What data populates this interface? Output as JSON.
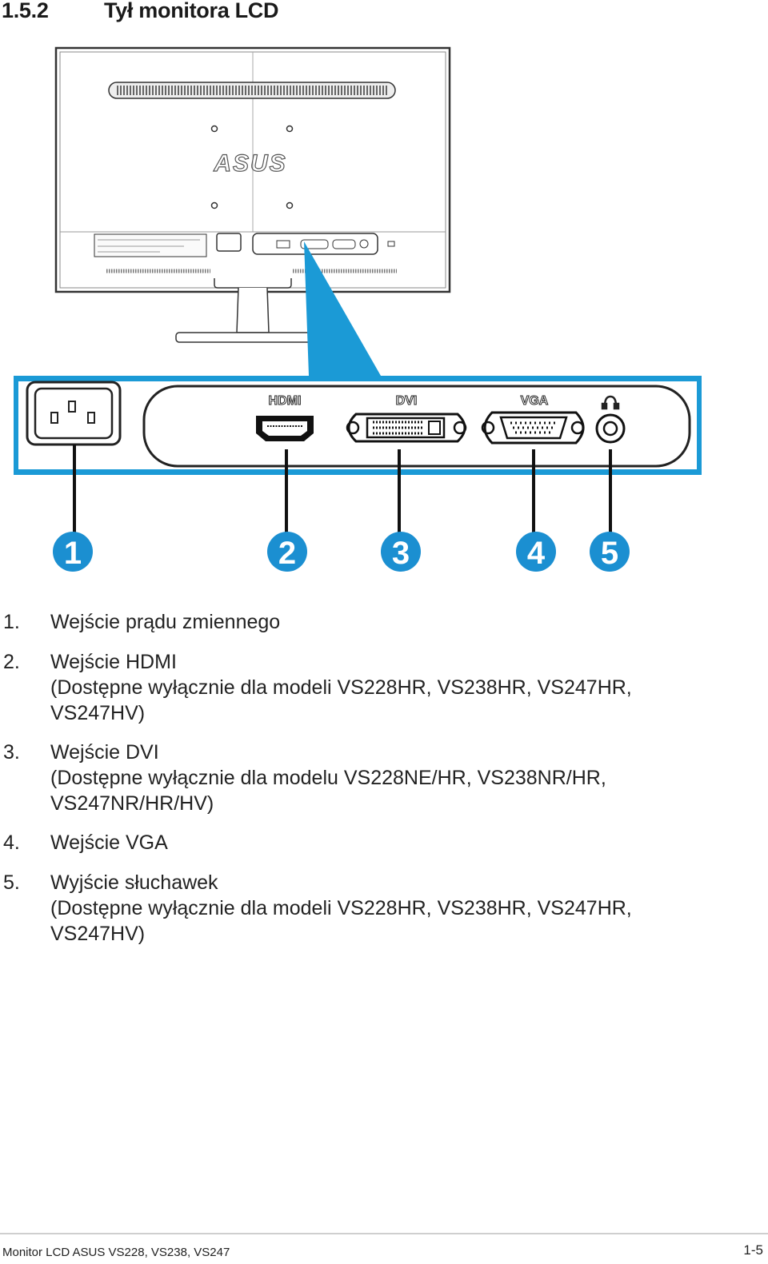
{
  "heading": {
    "number": "1.5.2",
    "title": "Tył monitora LCD"
  },
  "figure": {
    "logo": "ASUS",
    "port_labels": {
      "hdmi": "HDMI",
      "dvi": "DVI",
      "vga": "VGA"
    },
    "callouts": [
      "1",
      "2",
      "3",
      "4",
      "5"
    ],
    "accent_color": "#1b9ad6",
    "callout_color": "#1b8fd1"
  },
  "items": [
    {
      "n": "1.",
      "title": "Wejście prądu zmiennego",
      "note": ""
    },
    {
      "n": "2.",
      "title": "Wejście HDMI",
      "note": "(Dostępne wyłącznie dla modeli VS228HR, VS238HR, VS247HR, VS247HV)"
    },
    {
      "n": "3.",
      "title": "Wejście DVI",
      "note": "(Dostępne wyłącznie dla modelu VS228NE/HR, VS238NR/HR, VS247NR/HR/HV)"
    },
    {
      "n": "4.",
      "title": "Wejście VGA",
      "note": ""
    },
    {
      "n": "5.",
      "title": "Wyjście słuchawek",
      "note": "(Dostępne wyłącznie dla modeli VS228HR, VS238HR, VS247HR, VS247HV)"
    }
  ],
  "footer": {
    "left": "Monitor LCD ASUS VS228, VS238, VS247",
    "right": "1-5"
  }
}
